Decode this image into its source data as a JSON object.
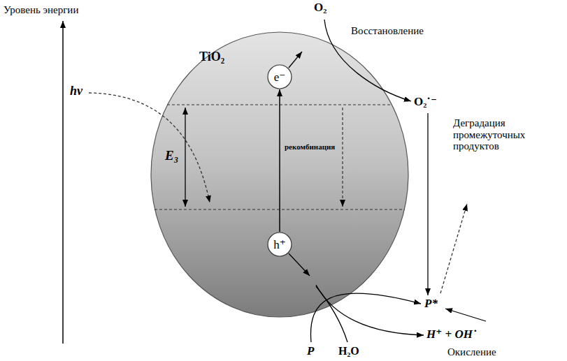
{
  "diagram": {
    "nodes": [
      {
        "text": [
          "TiO₂"
        ]
      },
      {
        "text": [
          "e⁻"
        ],
        "in": 0
      },
      {
        "text": [
          "h⁺"
        ],
        "in": 0
      }
    ],
    "edges": [
      {
        "from": 2,
        "to": 1,
        "arrow": "to"
      }
    ],
    "labels": [
      "Уровень энергии",
      "hν",
      "E₃",
      "рекомбинация",
      "O₂",
      "Восстановление",
      "O₂˙⁻",
      "Деградация промежуточных продуктов",
      "P*",
      "H⁺ + OH˙",
      "Окисление",
      "P",
      "H₂O"
    ]
  }
}
